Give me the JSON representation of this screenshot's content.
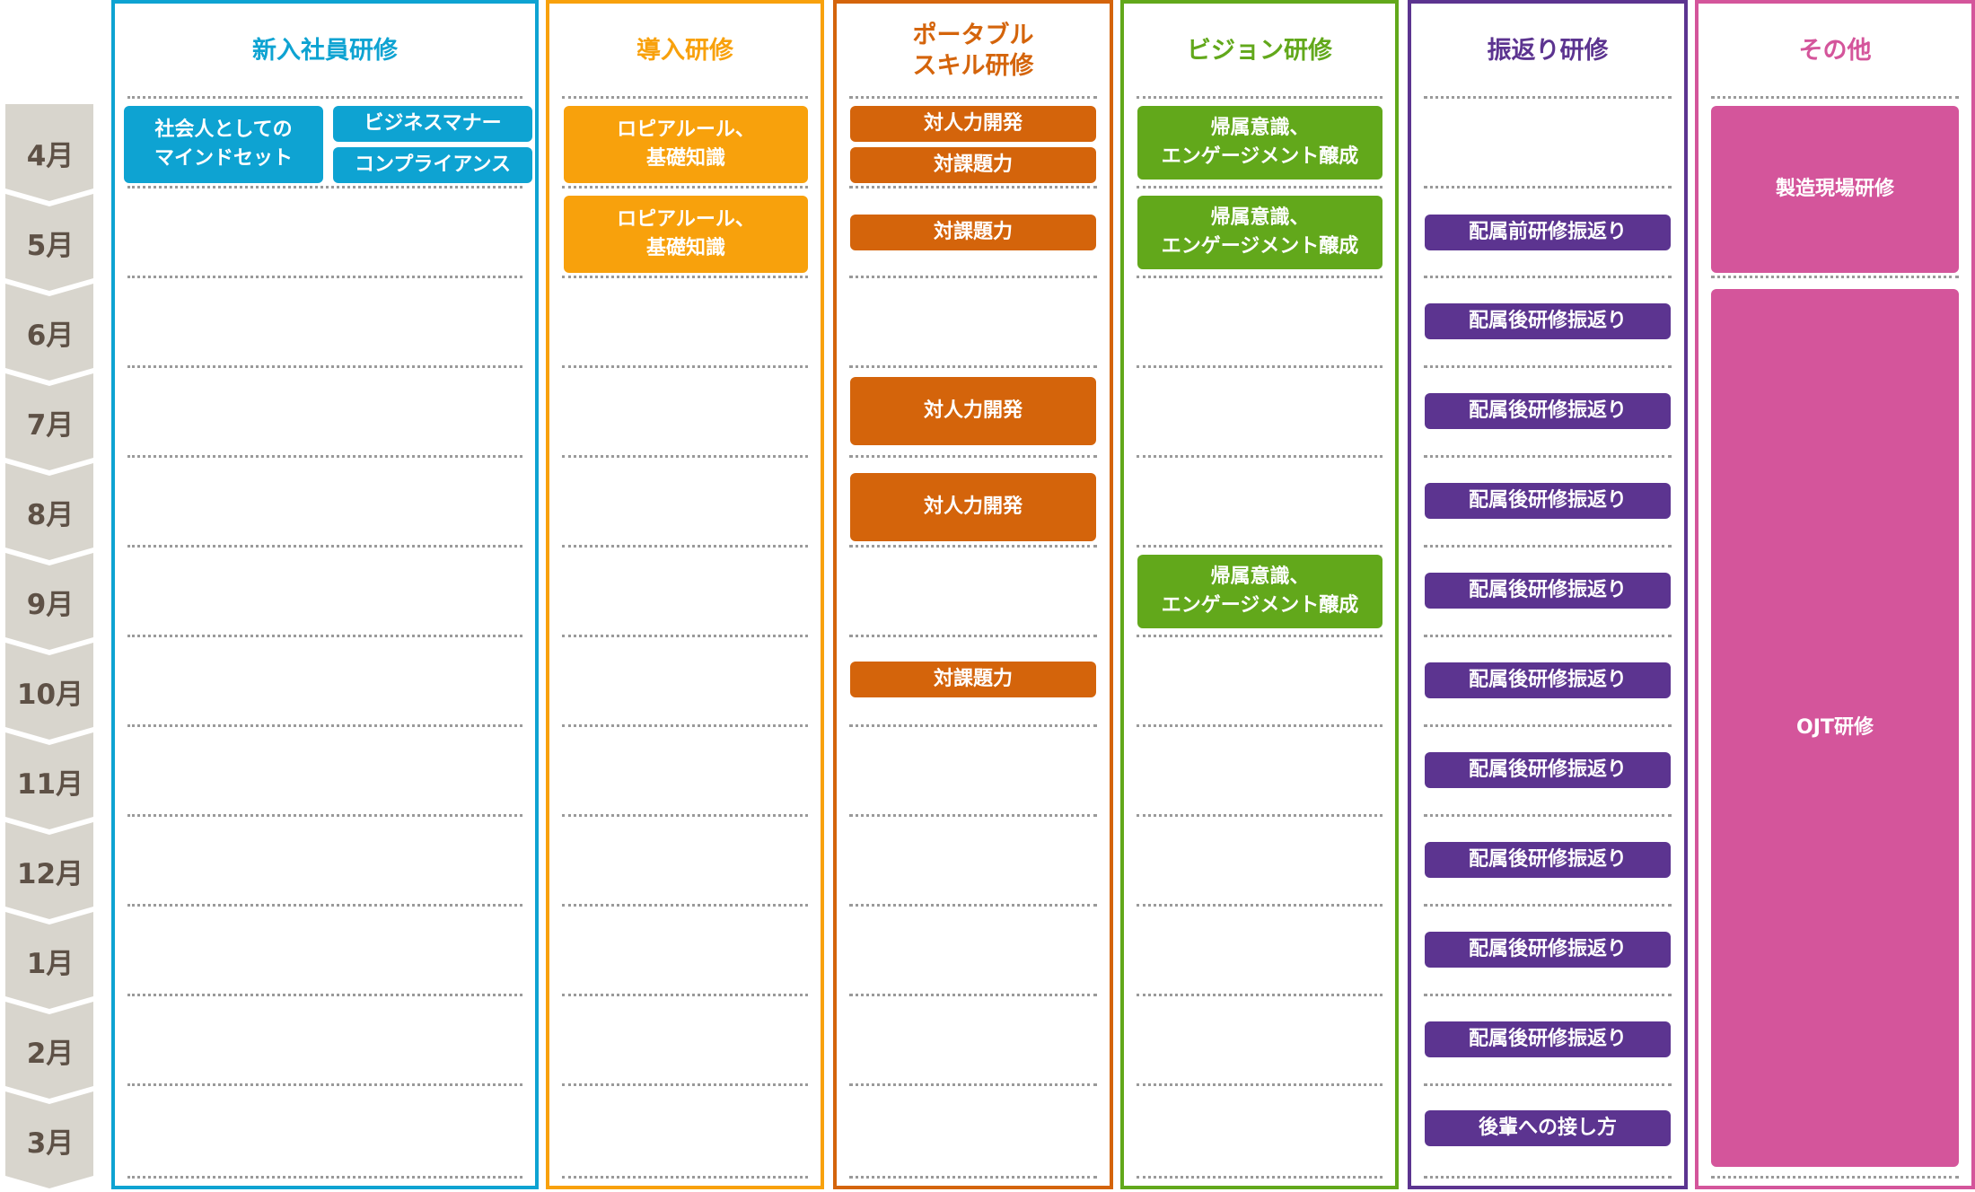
{
  "months": [
    "4月",
    "5月",
    "6月",
    "7月",
    "8月",
    "9月",
    "10月",
    "11月",
    "12月",
    "1月",
    "2月",
    "3月"
  ],
  "colors": {
    "shinnyu": "#0ea3d2",
    "donyu": "#f8a10c",
    "portable": "#d4640b",
    "vision": "#62a81b",
    "furikaeri": "#5c3490",
    "other": "#d4559b",
    "month_arrow": "#d8d5cd",
    "month_text": "#5e5146"
  },
  "columns": [
    {
      "id": "shinnyu",
      "title": "新入社員研修",
      "blocks": [
        {
          "label": "社会人としての\nマインドセット"
        },
        {
          "label": "ビジネスマナー"
        },
        {
          "label": "コンプライアンス"
        }
      ]
    },
    {
      "id": "donyu",
      "title": "導入研修",
      "blocks": [
        {
          "label": "ロピアルール、\n基礎知識"
        },
        {
          "label": "ロピアルール、\n基礎知識"
        }
      ]
    },
    {
      "id": "portable",
      "title": "ポータブル\nスキル研修",
      "blocks": [
        {
          "label": "対人力開発"
        },
        {
          "label": "対課題力"
        },
        {
          "label": "対課題力"
        },
        {
          "label": "対人力開発"
        },
        {
          "label": "対人力開発"
        },
        {
          "label": "対課題力"
        }
      ]
    },
    {
      "id": "vision",
      "title": "ビジョン研修",
      "blocks": [
        {
          "label": "帰属意識、\nエンゲージメント醸成"
        },
        {
          "label": "帰属意識、\nエンゲージメント醸成"
        },
        {
          "label": "帰属意識、\nエンゲージメント醸成"
        }
      ]
    },
    {
      "id": "furikaeri",
      "title": "振返り研修",
      "blocks": [
        {
          "label": "配属前研修振返り"
        },
        {
          "label": "配属後研修振返り"
        },
        {
          "label": "配属後研修振返り"
        },
        {
          "label": "配属後研修振返り"
        },
        {
          "label": "配属後研修振返り"
        },
        {
          "label": "配属後研修振返り"
        },
        {
          "label": "配属後研修振返り"
        },
        {
          "label": "配属後研修振返り"
        },
        {
          "label": "配属後研修振返り"
        },
        {
          "label": "配属後研修振返り"
        },
        {
          "label": "後輩への接し方"
        }
      ]
    },
    {
      "id": "other",
      "title": "その他",
      "blocks": [
        {
          "label": "製造現場研修"
        },
        {
          "label": "OJT研修"
        }
      ]
    }
  ]
}
